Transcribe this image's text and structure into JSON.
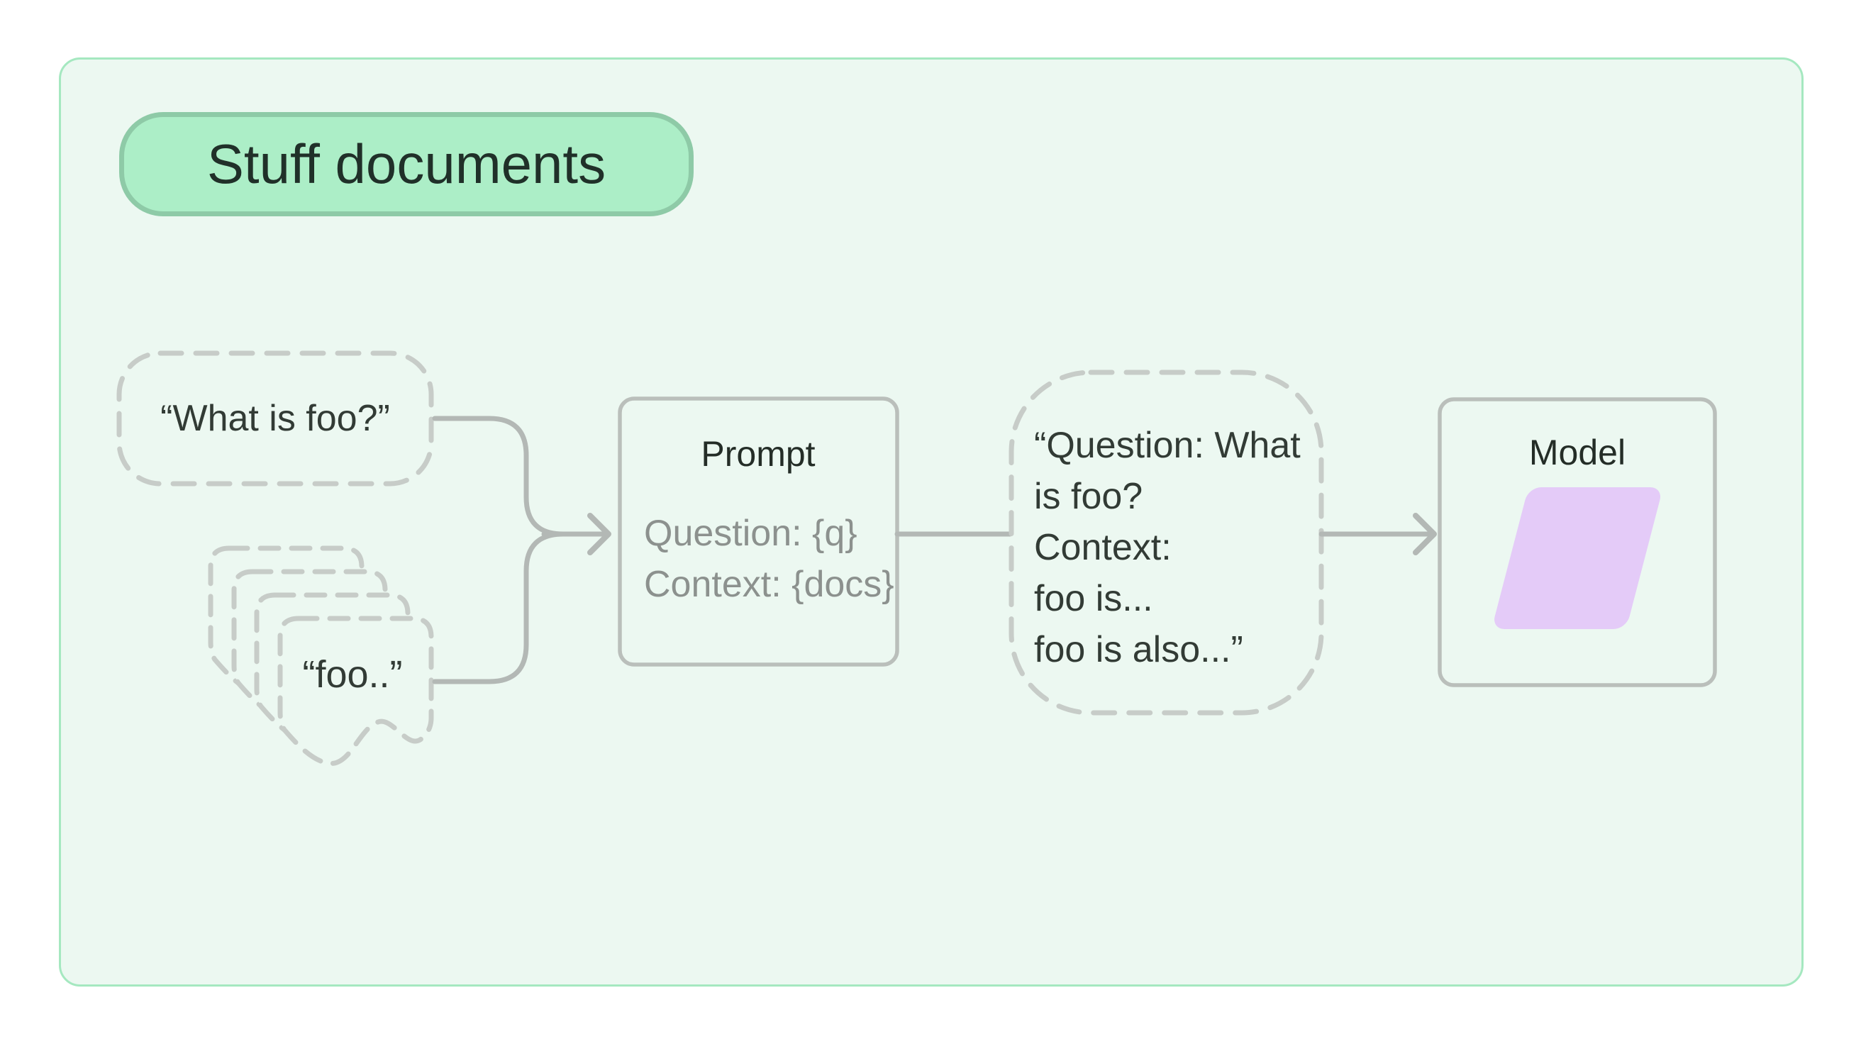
{
  "badge": {
    "label": "Stuff documents",
    "fill": "#aceec7",
    "border_color": "#8ecaa7"
  },
  "panel": {
    "fill": "#ecf8f1",
    "border_color": "#a5e8c0"
  },
  "diagram": {
    "question_node": {
      "text": "“What is foo?”"
    },
    "documents_node": {
      "text": "“foo..”"
    },
    "prompt_node": {
      "title": "Prompt",
      "lines": [
        "Question: {q}",
        "Context: {docs}"
      ]
    },
    "stuffed_prompt_node": {
      "lines": [
        "“Question: What",
        "is foo?",
        "Context:",
        "foo is...",
        "foo is also...”"
      ]
    },
    "model_node": {
      "title": "Model",
      "icon_color": "#e4cbf8"
    },
    "colors": {
      "connector": "#b3b8b5",
      "dashed_stroke": "#c7ccc8",
      "solid_stroke": "#babfbb",
      "dark_text": "#323b35",
      "muted_text": "#8c918e"
    }
  }
}
